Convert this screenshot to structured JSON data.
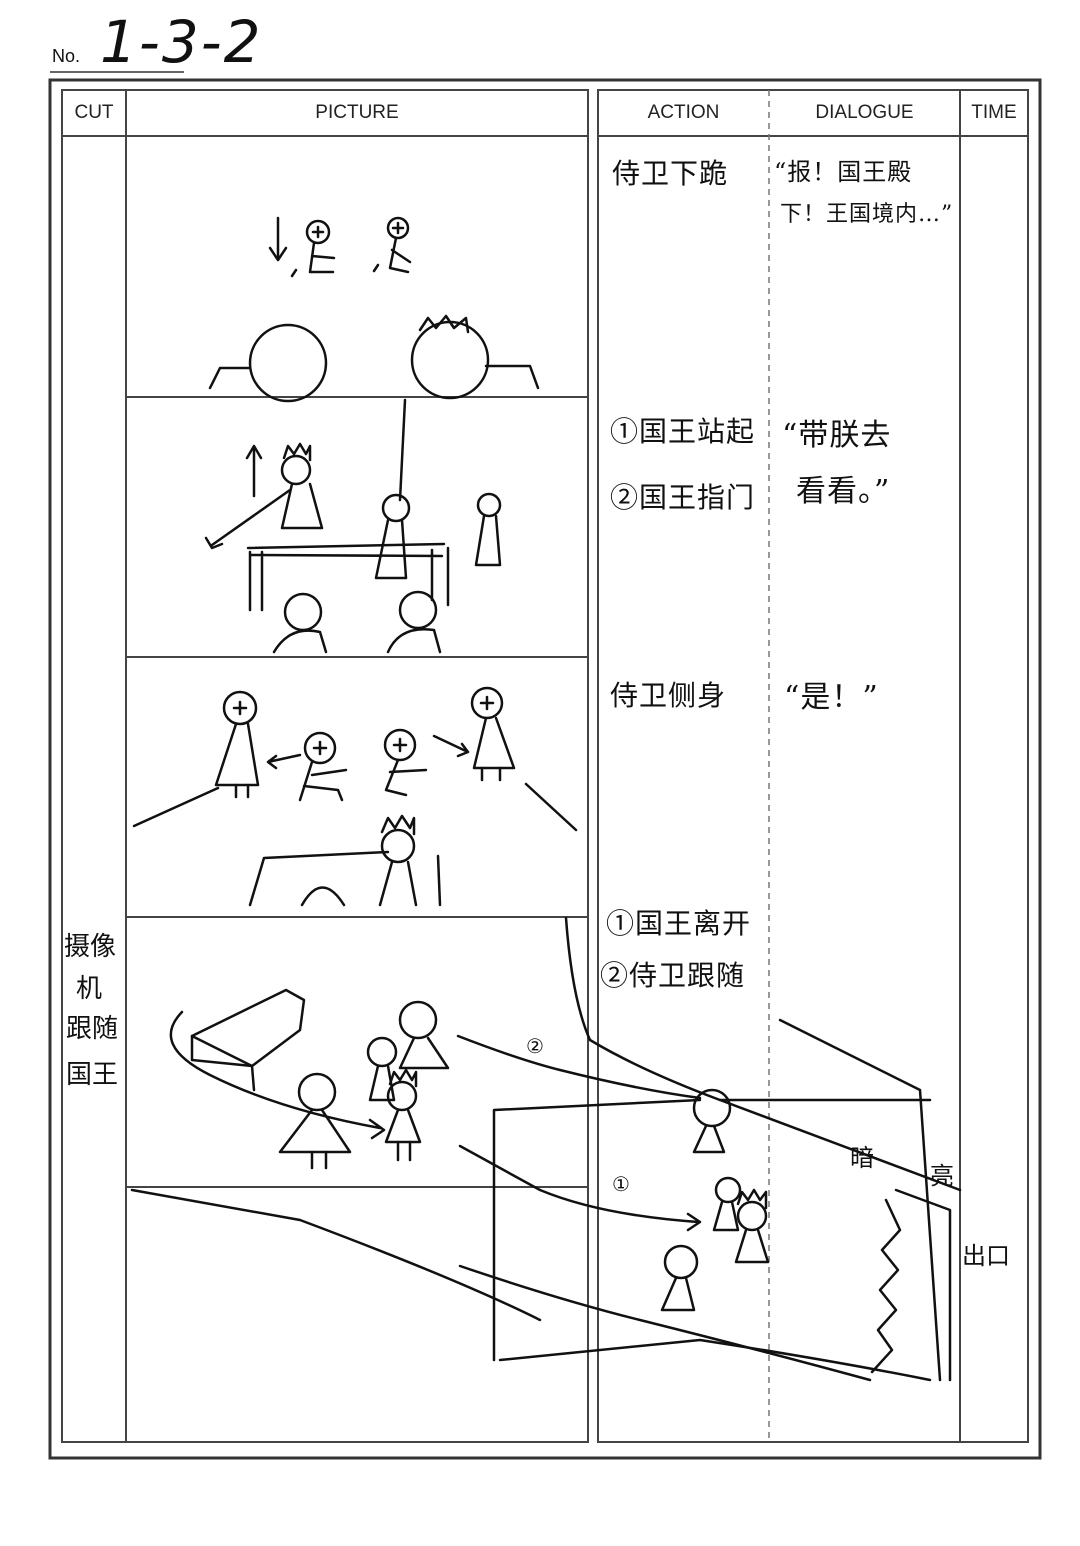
{
  "sheet": {
    "no_label": "No.",
    "no_value": "1-3-2"
  },
  "headers": {
    "cut": "CUT",
    "picture": "PICTURE",
    "action": "ACTION",
    "dialogue": "DIALOGUE",
    "time": "TIME"
  },
  "rows": [
    {
      "action": [
        "侍卫下跪"
      ],
      "dialogue": [
        "“报！国王殿",
        "下！王国境内…”"
      ]
    },
    {
      "action": [
        "①国王站起",
        "②国王指门"
      ],
      "dialogue": [
        "“带朕去",
        "看看。”"
      ]
    },
    {
      "action": [
        "侍卫侧身"
      ],
      "dialogue": [
        "“是！”"
      ]
    },
    {
      "action": [
        "①国王离开",
        "②侍卫跟随"
      ],
      "dialogue": []
    }
  ],
  "cut_note": [
    "摄像",
    "机",
    "跟随",
    "国王"
  ],
  "sketch_labels": {
    "dark": "暗",
    "bright": "亮",
    "exit": "出口",
    "step1": "①",
    "step2": "②"
  }
}
